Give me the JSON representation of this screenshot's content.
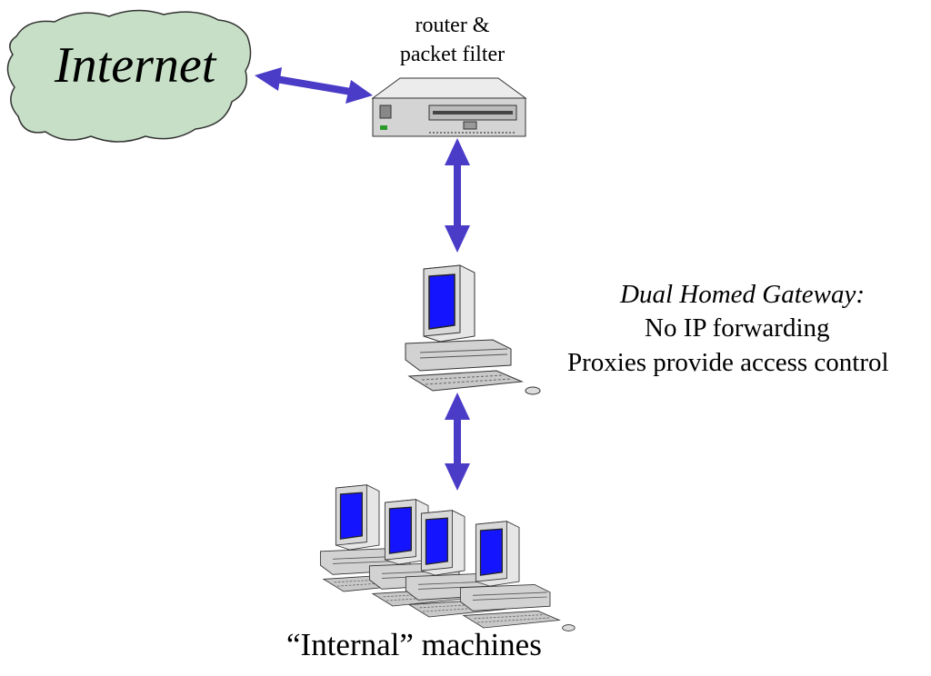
{
  "cloud": {
    "label": "Internet",
    "fill": "#c6dfc6"
  },
  "router": {
    "label_line1": "router &",
    "label_line2": "packet filter"
  },
  "gateway": {
    "title": "Dual Homed Gateway:",
    "lines": [
      "No IP forwarding",
      "Proxies provide access control"
    ]
  },
  "internal": {
    "label": "“Internal” machines"
  },
  "colors": {
    "arrow": "#4b3cc8",
    "screen": "#1414ff",
    "device_body": "#d6d6d6",
    "cloud_fill": "#c6dfc6"
  }
}
